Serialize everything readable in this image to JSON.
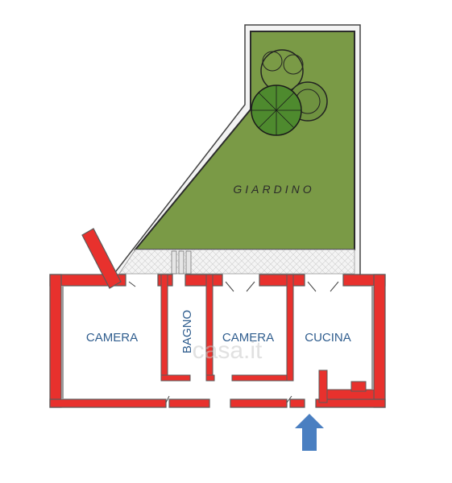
{
  "rooms": {
    "camera_left": "CAMERA",
    "bagno": "BAGNO",
    "camera_right": "CAMERA",
    "cucina": "CUCINA",
    "giardino": "GIARDINO"
  },
  "watermark": "casa.it",
  "colors": {
    "wall_fill": "#e8312d",
    "wall_outline": "#5a5a5a",
    "garden": "#7a9a46",
    "garden_outline": "#2b2b2b",
    "label_blue": "#2f5d8e",
    "entrance_arrow": "#4a7fc1",
    "tree": "#4e8a2e"
  },
  "icons": {
    "entrance": "entrance-arrow-icon",
    "tree": "tree-icon"
  }
}
